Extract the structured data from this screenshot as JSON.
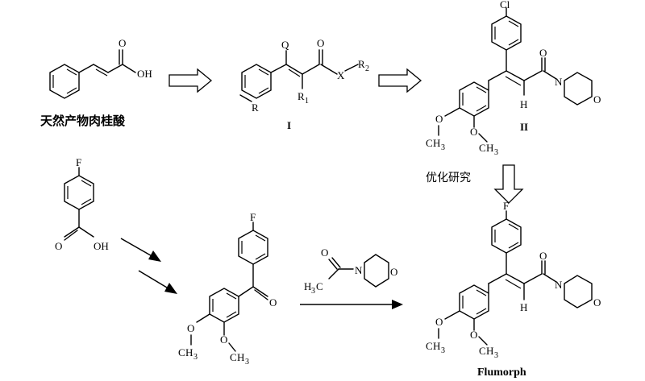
{
  "labels": {
    "cinnamic_acid": "天然产物肉桂酸",
    "compound_I": "I",
    "compound_II": "II",
    "optimization": "优化研究",
    "flumorph": "Flumorph"
  },
  "atoms": {
    "OH": "OH",
    "O": "O",
    "Q": "Q",
    "X": "X",
    "R": "R",
    "Cl": "Cl",
    "F": "F",
    "N": "N",
    "H": "H",
    "C": "C",
    "sub1": "1",
    "sub2": "2",
    "sub3": "3",
    "dash": "—"
  }
}
